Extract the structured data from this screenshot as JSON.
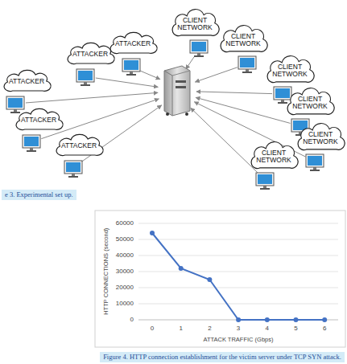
{
  "diagram": {
    "caption": "Figure 4. HTTP connection establishment for the victim server under TCP SYN attack.",
    "nodes": [
      {
        "text": [
          "ATTACKER"
        ]
      },
      {
        "text": [
          "ATTACKER"
        ]
      },
      {
        "text": [
          "ATTACKER"
        ]
      },
      {
        "text": [
          "ATTACKER"
        ]
      },
      {
        "text": [
          "ATTACKER"
        ]
      },
      {
        "text": [
          "CLIENT NETWORK"
        ]
      },
      {
        "text": [
          "CLIENT NETWORK"
        ]
      },
      {
        "text": [
          "CLIENT NETWORK"
        ]
      },
      {
        "text": [
          "CLIENT NETWORK"
        ]
      },
      {
        "text": [
          "CLIENT NETWORK"
        ]
      },
      {
        "text": [
          "CLIENT NETWORK"
        ]
      }
    ],
    "labels": [
      "e 3. Experimental set up.",
      "HTTP CONNECTIONS (second)",
      "ATTACK TRAFFIC (Gbps)",
      "60000",
      "50000",
      "40000",
      "30000",
      "20000",
      "10000",
      "0",
      "0",
      "1",
      "2",
      "3",
      "4",
      "5",
      "6"
    ]
  }
}
